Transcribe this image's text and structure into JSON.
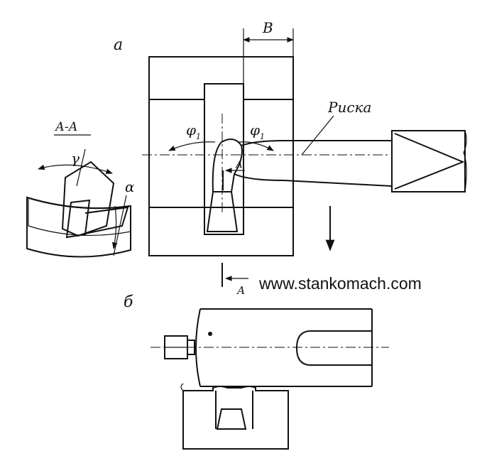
{
  "labels": {
    "view_a": "а",
    "view_b": "б",
    "dim_b": "В",
    "risk": "Риска",
    "section": "А-А",
    "gamma": "γ",
    "alpha": "α",
    "phi_left": "φ",
    "phi_right": "φ",
    "phi_sub": "1",
    "arrow_a_small": "А",
    "cut_a": "А",
    "website": "www.stankomach.com"
  }
}
